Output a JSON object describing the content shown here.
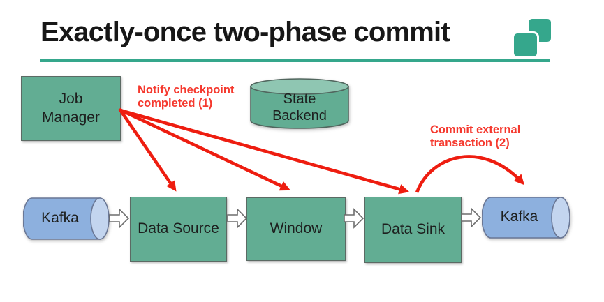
{
  "slide": {
    "title": "Exactly-once two-phase commit"
  },
  "nodes": {
    "job_manager": {
      "line1": "Job",
      "line2": "Manager"
    },
    "state_backend": {
      "line1": "State",
      "line2": "Backend"
    },
    "kafka_in": {
      "label": "Kafka"
    },
    "data_source": {
      "label": "Data Source"
    },
    "window": {
      "label": "Window"
    },
    "data_sink": {
      "label": "Data Sink"
    },
    "kafka_out": {
      "label": "Kafka"
    }
  },
  "annotations": {
    "notify_checkpoint": {
      "line1": "Notify checkpoint",
      "line2": "completed (1)"
    },
    "commit_external": {
      "line1": "Commit external",
      "line2": "transaction (2)"
    }
  },
  "colors": {
    "accent_teal": "#35a78c",
    "node_green": "#62ad93",
    "cylinder_top_green": "#8fc6b2",
    "kafka_blue": "#8db0de",
    "kafka_face_blue": "#c3d5ef",
    "arrow_red": "#ee1d10",
    "annotation_red": "#f5392e"
  }
}
